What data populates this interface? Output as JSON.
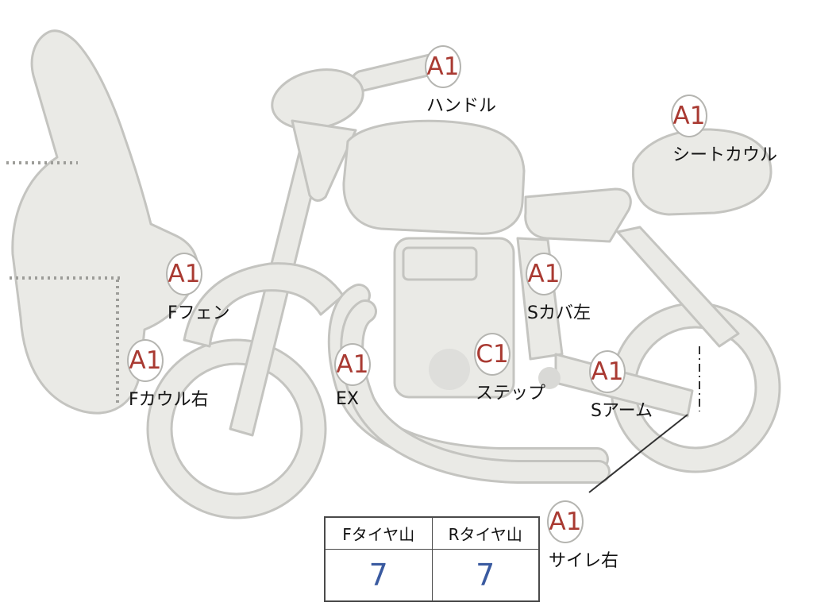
{
  "colors": {
    "grade-color": "#a93a32",
    "badge-border": "#b5b5b1",
    "part-color": "#141414",
    "value-color": "#3a5aa0",
    "body-fill": "#eaeae6",
    "body-stroke": "#c4c4c0",
    "table-border": "#4a4a4a"
  },
  "diagram": {
    "description": "motorcycle-condition-diagram",
    "labels": [
      {
        "grade": "A1",
        "part": "ハンドル"
      },
      {
        "grade": "A1",
        "part": "シートカウル"
      },
      {
        "grade": "A1",
        "part": "Fフェン"
      },
      {
        "grade": "A1",
        "part": "Fカウル右"
      },
      {
        "grade": "A1",
        "part": "EX"
      },
      {
        "grade": "C1",
        "part": "ステップ"
      },
      {
        "grade": "A1",
        "part": "Sカバ左"
      },
      {
        "grade": "A1",
        "part": "Sアーム"
      },
      {
        "grade": "A1",
        "part": "サイレ右"
      }
    ]
  },
  "tire_table": {
    "headers": [
      "Fタイヤ山",
      "Rタイヤ山"
    ],
    "values": [
      "7",
      "7"
    ]
  }
}
